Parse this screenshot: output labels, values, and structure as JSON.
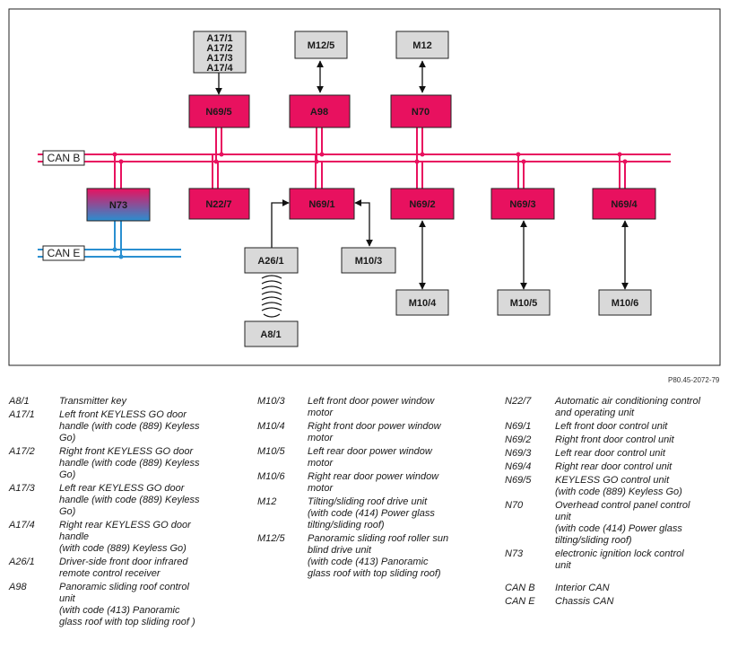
{
  "diagram": {
    "can_b_label": "CAN B",
    "can_e_label": "CAN E",
    "reference_code": "P80.45-2072-79",
    "boxes": {
      "a17_group": [
        "A17/1",
        "A17/2",
        "A17/3",
        "A17/4"
      ],
      "m12_5": "M12/5",
      "m12": "M12",
      "n69_5": "N69/5",
      "a98": "A98",
      "n70": "N70",
      "n73": "N73",
      "n22_7": "N22/7",
      "n69_1": "N69/1",
      "n69_2": "N69/2",
      "n69_3": "N69/3",
      "n69_4": "N69/4",
      "a26_1": "A26/1",
      "m10_3": "M10/3",
      "a8_1": "A8/1",
      "m10_4": "M10/4",
      "m10_5": "M10/5",
      "m10_6": "M10/6"
    },
    "colors": {
      "control_unit": "#e8115f",
      "component": "#d9d9d9",
      "can_b_line": "#e8115f",
      "can_e_line": "#2a8fd0",
      "n73_top": "#e8115f",
      "n73_bottom": "#2a8fd0"
    }
  },
  "legend": {
    "col1": [
      {
        "code": "A8/1",
        "desc": "Transmitter key"
      },
      {
        "code": "A17/1",
        "desc": "Left front KEYLESS GO door\nhandle (with code (889) Keyless\nGo)"
      },
      {
        "code": "A17/2",
        "desc": "Right front KEYLESS GO door\nhandle (with code (889) Keyless\nGo)"
      },
      {
        "code": "A17/3",
        "desc": "Left rear KEYLESS GO door\nhandle (with code (889) Keyless\nGo)"
      },
      {
        "code": "A17/4",
        "desc": "Right rear KEYLESS GO door\nhandle\n(with code (889) Keyless Go)"
      },
      {
        "code": "A26/1",
        "desc": "Driver-side front door infrared\nremote control receiver"
      },
      {
        "code": "A98",
        "desc": "Panoramic sliding roof control\nunit\n(with code (413) Panoramic\nglass roof with top sliding roof  )"
      }
    ],
    "col2": [
      {
        "code": "M10/3",
        "desc": "Left front door power window\nmotor"
      },
      {
        "code": "M10/4",
        "desc": "Right front door power window\nmotor"
      },
      {
        "code": "M10/5",
        "desc": "Left rear door power window\nmotor"
      },
      {
        "code": "M10/6",
        "desc": "Right rear door power window\nmotor"
      },
      {
        "code": "M12",
        "desc": "Tilting/sliding roof drive unit\n(with code (414) Power glass\ntilting/sliding roof)"
      },
      {
        "code": "M12/5",
        "desc": "Panoramic sliding roof roller sun\nblind drive unit\n(with code (413) Panoramic\nglass roof with top sliding roof)"
      }
    ],
    "col3": [
      {
        "code": "N22/7",
        "desc": "Automatic air conditioning control\nand operating unit"
      },
      {
        "code": "N69/1",
        "desc": "Left front door control unit"
      },
      {
        "code": "N69/2",
        "desc": "Right front door control unit"
      },
      {
        "code": "N69/3",
        "desc": "Left rear door control unit"
      },
      {
        "code": "N69/4",
        "desc": "Right rear door control unit"
      },
      {
        "code": "N69/5",
        "desc": "KEYLESS GO control unit\n(with code (889) Keyless Go)"
      },
      {
        "code": "N70",
        "desc": "Overhead control panel control\nunit\n(with code (414) Power glass\ntilting/sliding roof)"
      },
      {
        "code": "N73",
        "desc": "electronic ignition lock control\nunit"
      },
      {
        "code": "",
        "desc": ""
      },
      {
        "code": "CAN B",
        "desc": "Interior CAN"
      },
      {
        "code": "CAN E",
        "desc": "Chassis CAN"
      }
    ]
  }
}
